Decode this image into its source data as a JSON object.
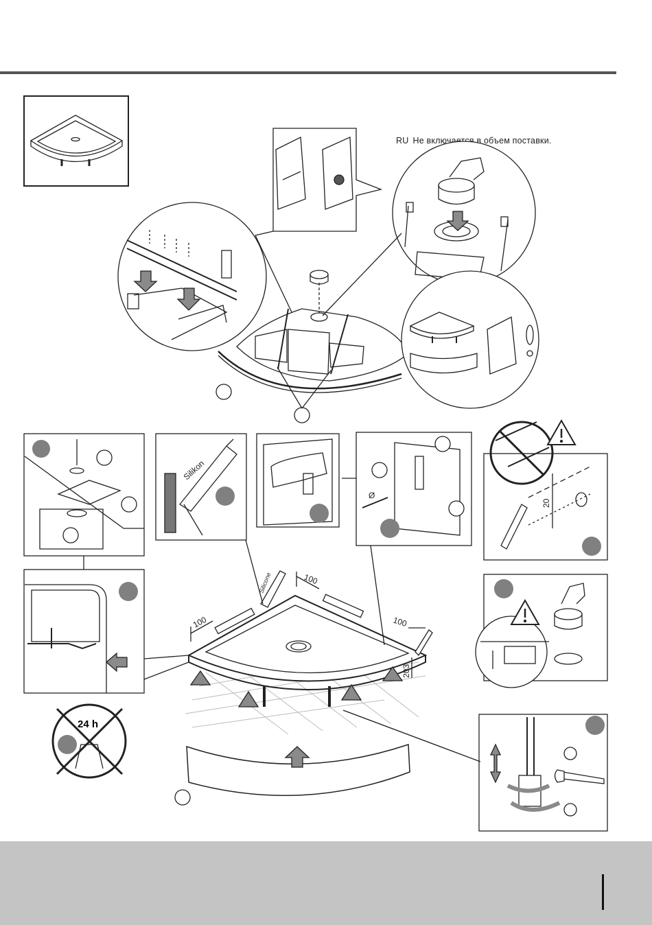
{
  "header": {
    "note_lang": "RU",
    "note_text": "Не включается в объем поставки."
  },
  "labels": {
    "silikon_tube": "Silikon",
    "silicone_small": "Silicone",
    "time_24h": "24 h",
    "dim_20": "20",
    "dim_100_left": "100",
    "dim_100_top": "100",
    "dim_100_right": "100",
    "dim_203": "203",
    "dia": "Ø"
  },
  "colors": {
    "step_badge": "#808080",
    "arrow_fill": "#8a8a8a",
    "line": "#222222",
    "footer": "#c4c4c4"
  },
  "icons": [
    "warning-icon",
    "no-drill-icon",
    "no-use-24h-icon",
    "pencil-icon",
    "wrench-icon"
  ]
}
